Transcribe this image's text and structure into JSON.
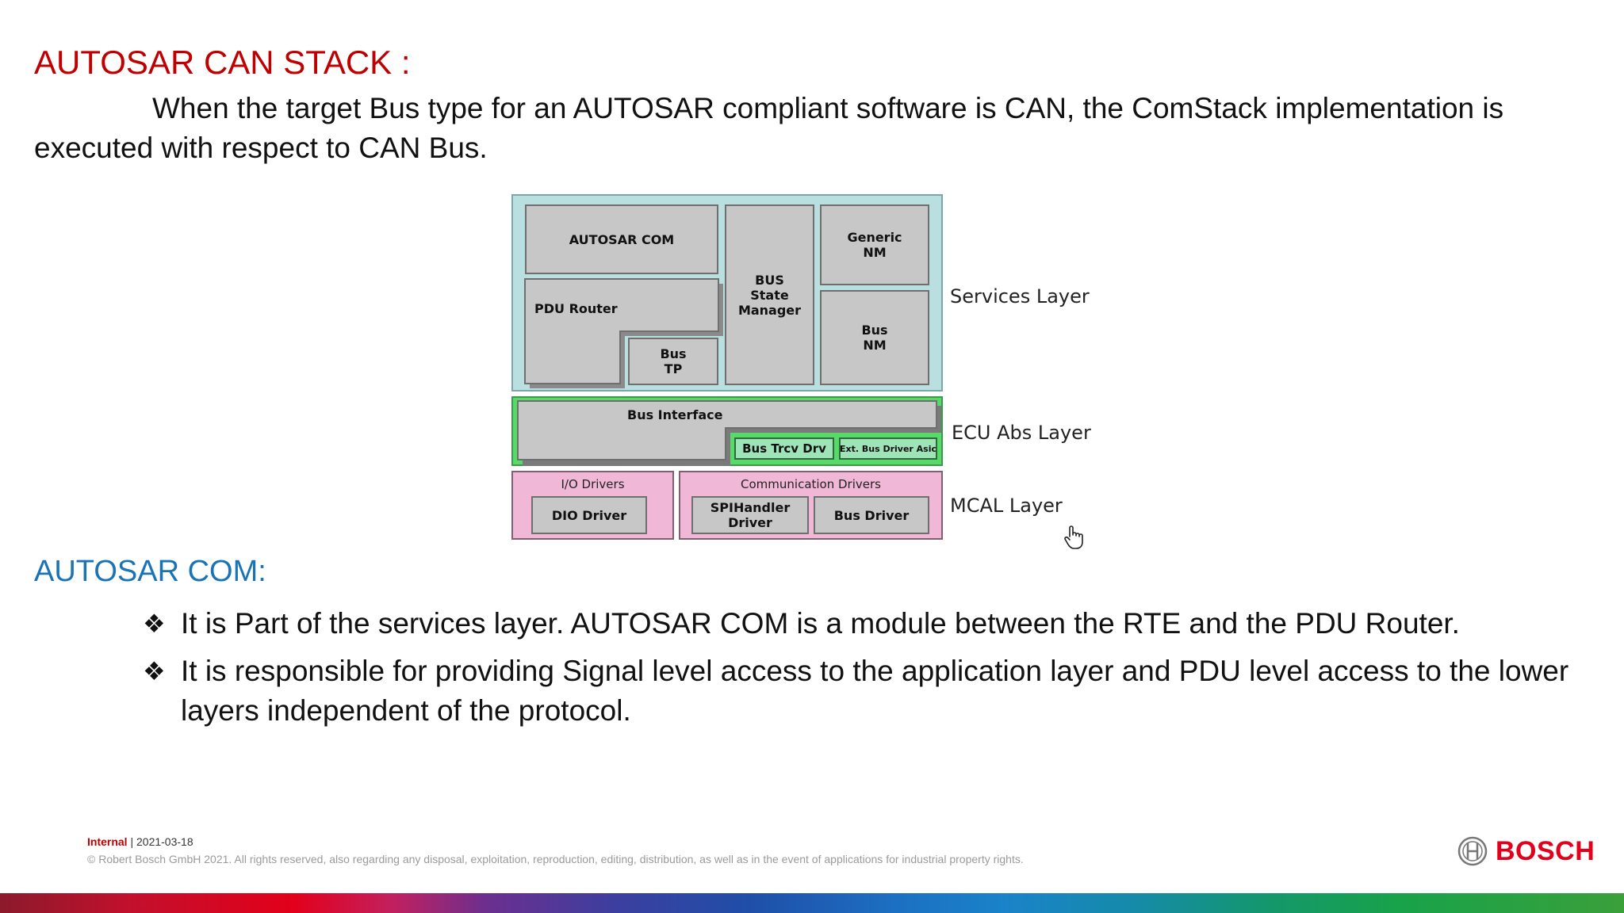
{
  "slide": {
    "title": "AUTOSAR CAN STACK :",
    "intro": "When the target Bus type for an AUTOSAR compliant software is CAN, the ComStack implementation is executed with respect to CAN Bus.",
    "section_title": "AUTOSAR COM:",
    "bullets": [
      "It is Part of the services layer. AUTOSAR COM is a module between the RTE and the PDU Router.",
      "It is responsible for providing Signal level access to the application layer and PDU level access to the lower layers independent of the protocol."
    ],
    "bullet_icon": "four-diamond-bullet-icon"
  },
  "diagram": {
    "services_layer": {
      "label": "Services Layer",
      "autosar_com": "AUTOSAR COM",
      "pdu_router": "PDU Router",
      "bus_tp": "Bus\nTP",
      "bus_state_manager": "BUS\nState\nManager",
      "generic_nm": "Generic\nNM",
      "bus_nm": "Bus\nNM"
    },
    "ecu_abs_layer": {
      "label": "ECU Abs Layer",
      "bus_interface": "Bus Interface",
      "bus_trcv_drv": "Bus Trcv Drv",
      "ext_bus_driver_asic": "Ext. Bus Driver Asic"
    },
    "mcal_layer": {
      "label": "MCAL Layer",
      "io_drivers": "I/O Drivers",
      "dio_driver": "DIO Driver",
      "communication_drivers": "Communication Drivers",
      "spihandler_driver": "SPIHandler\nDriver",
      "bus_driver": "Bus Driver"
    },
    "colors": {
      "services_bg": "#b9dfe0",
      "ecu_bg": "#58d96a",
      "ecu_inner": "#9fe3b8",
      "mcal_bg": "#f0b8d6",
      "module_bg": "#c7c7c7"
    },
    "cursor_icon": "hand-pointer-icon"
  },
  "footer": {
    "classification": "Internal",
    "date": " | 2021-03-18",
    "copyright": "© Robert Bosch GmbH 2021. All rights reserved, also regarding any disposal, exploitation, reproduction, editing, distribution, as well as in the event of applications for industrial property rights.",
    "brand": "BOSCH",
    "brand_icon": "bosch-armature-logo-icon"
  }
}
